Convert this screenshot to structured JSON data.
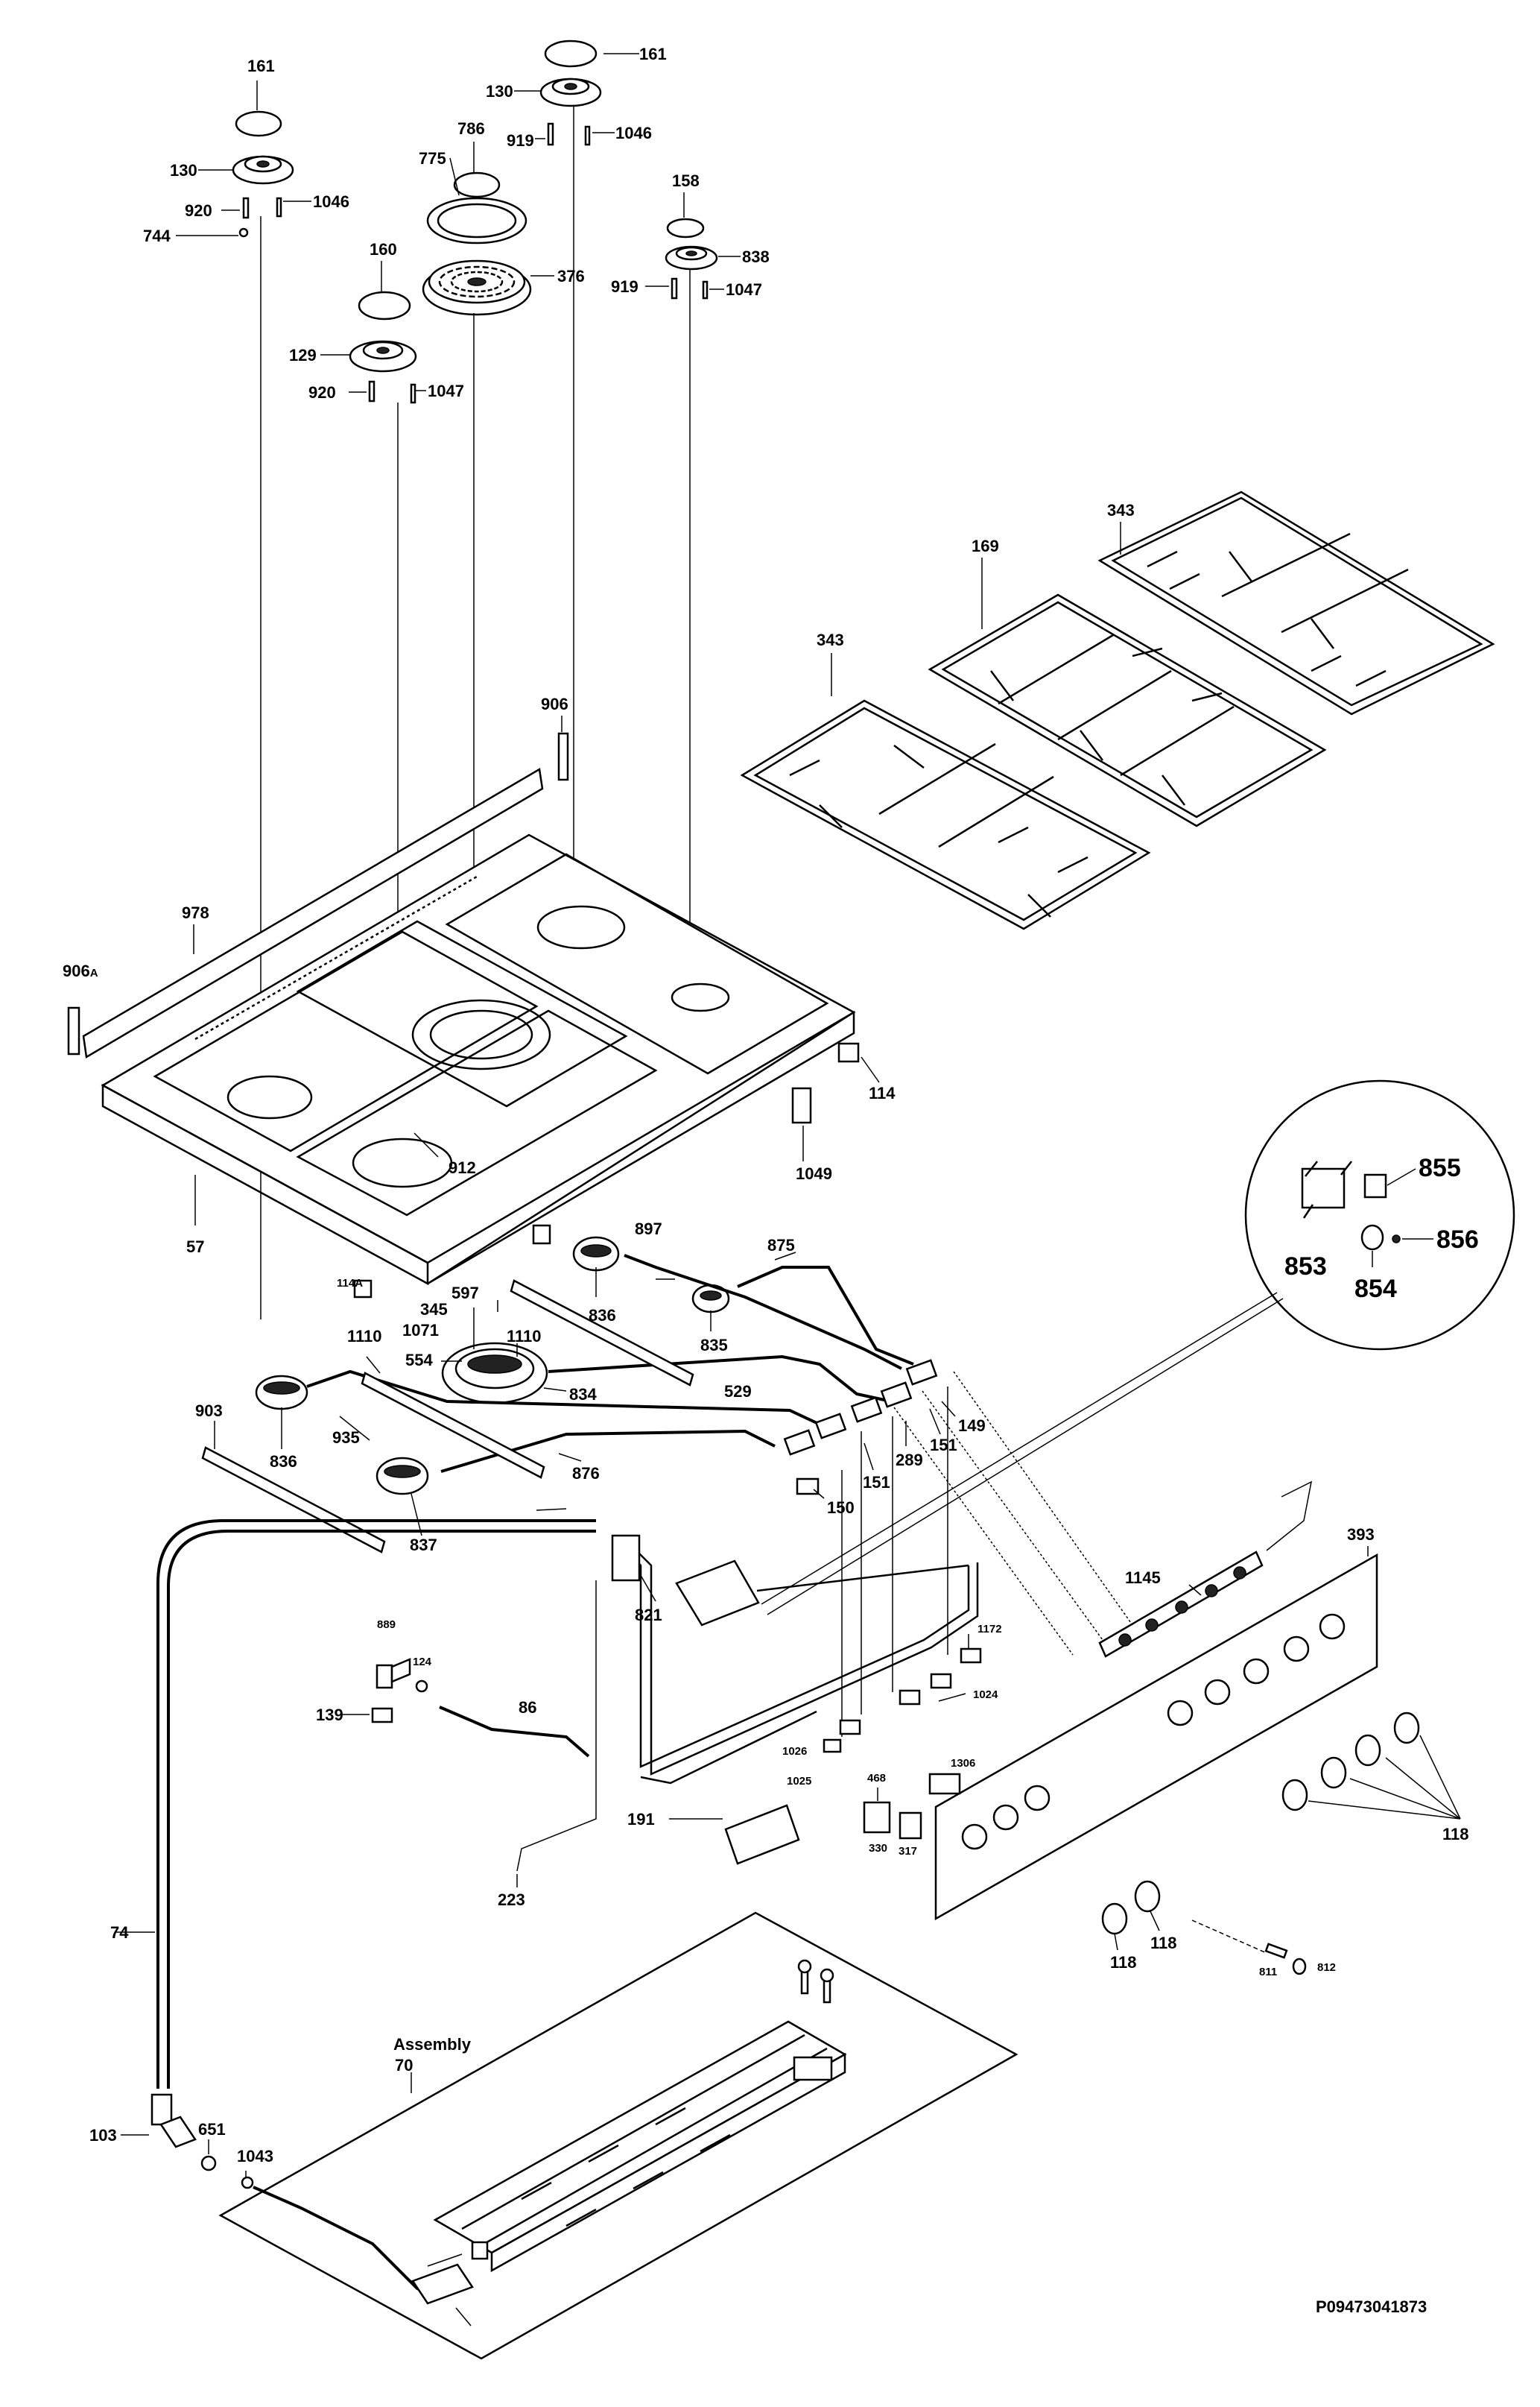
{
  "document_id": "P09473041873",
  "callouts": {
    "c161a": "161",
    "c130a": "130",
    "c920a": "920",
    "c1046a": "1046",
    "c744": "744",
    "c161b": "161",
    "c130b": "130",
    "c919a": "919",
    "c1046b": "1046",
    "c786": "786",
    "c775": "775",
    "c376": "376",
    "c160": "160",
    "c129": "129",
    "c920b": "920",
    "c1047a": "1047",
    "c158": "158",
    "c838": "838",
    "c919b": "919",
    "c1047b": "1047",
    "c343a": "343",
    "c169": "169",
    "c343b": "343",
    "c906": "906",
    "c978": "978",
    "c906A": "906",
    "c906A_suffix": "A",
    "c57": "57",
    "c912": "912",
    "c114": "114",
    "c1049": "1049",
    "c855": "855",
    "c853": "853",
    "c854": "854",
    "c856": "856",
    "c897": "897",
    "c875": "875",
    "c836a": "836",
    "c835": "835",
    "c114A": "114A",
    "c597": "597",
    "c345": "345",
    "c1071": "1071",
    "c554": "554",
    "c1110a": "1110",
    "c1110b": "1110",
    "c834": "834",
    "c529": "529",
    "c149": "149",
    "c289": "289",
    "c151a": "151",
    "c151b": "151",
    "c150": "150",
    "c903": "903",
    "c935": "935",
    "c836b": "836",
    "c876": "876",
    "c837": "837",
    "c393": "393",
    "c1145": "1145",
    "c821": "821",
    "c1172": "1172",
    "c889": "889",
    "c124": "124",
    "c139": "139",
    "c86": "86",
    "c1024": "1024",
    "c1026": "1026",
    "c1025": "1025",
    "c1306": "1306",
    "c468": "468",
    "c330": "330",
    "c317": "317",
    "c191": "191",
    "c223": "223",
    "c118a": "118",
    "c118b": "118",
    "c118c": "118",
    "c811": "811",
    "c812": "812",
    "c74": "74",
    "c_assembly": "Assembly",
    "c70": "70",
    "c103": "103",
    "c651": "651",
    "c1043": "1043"
  }
}
